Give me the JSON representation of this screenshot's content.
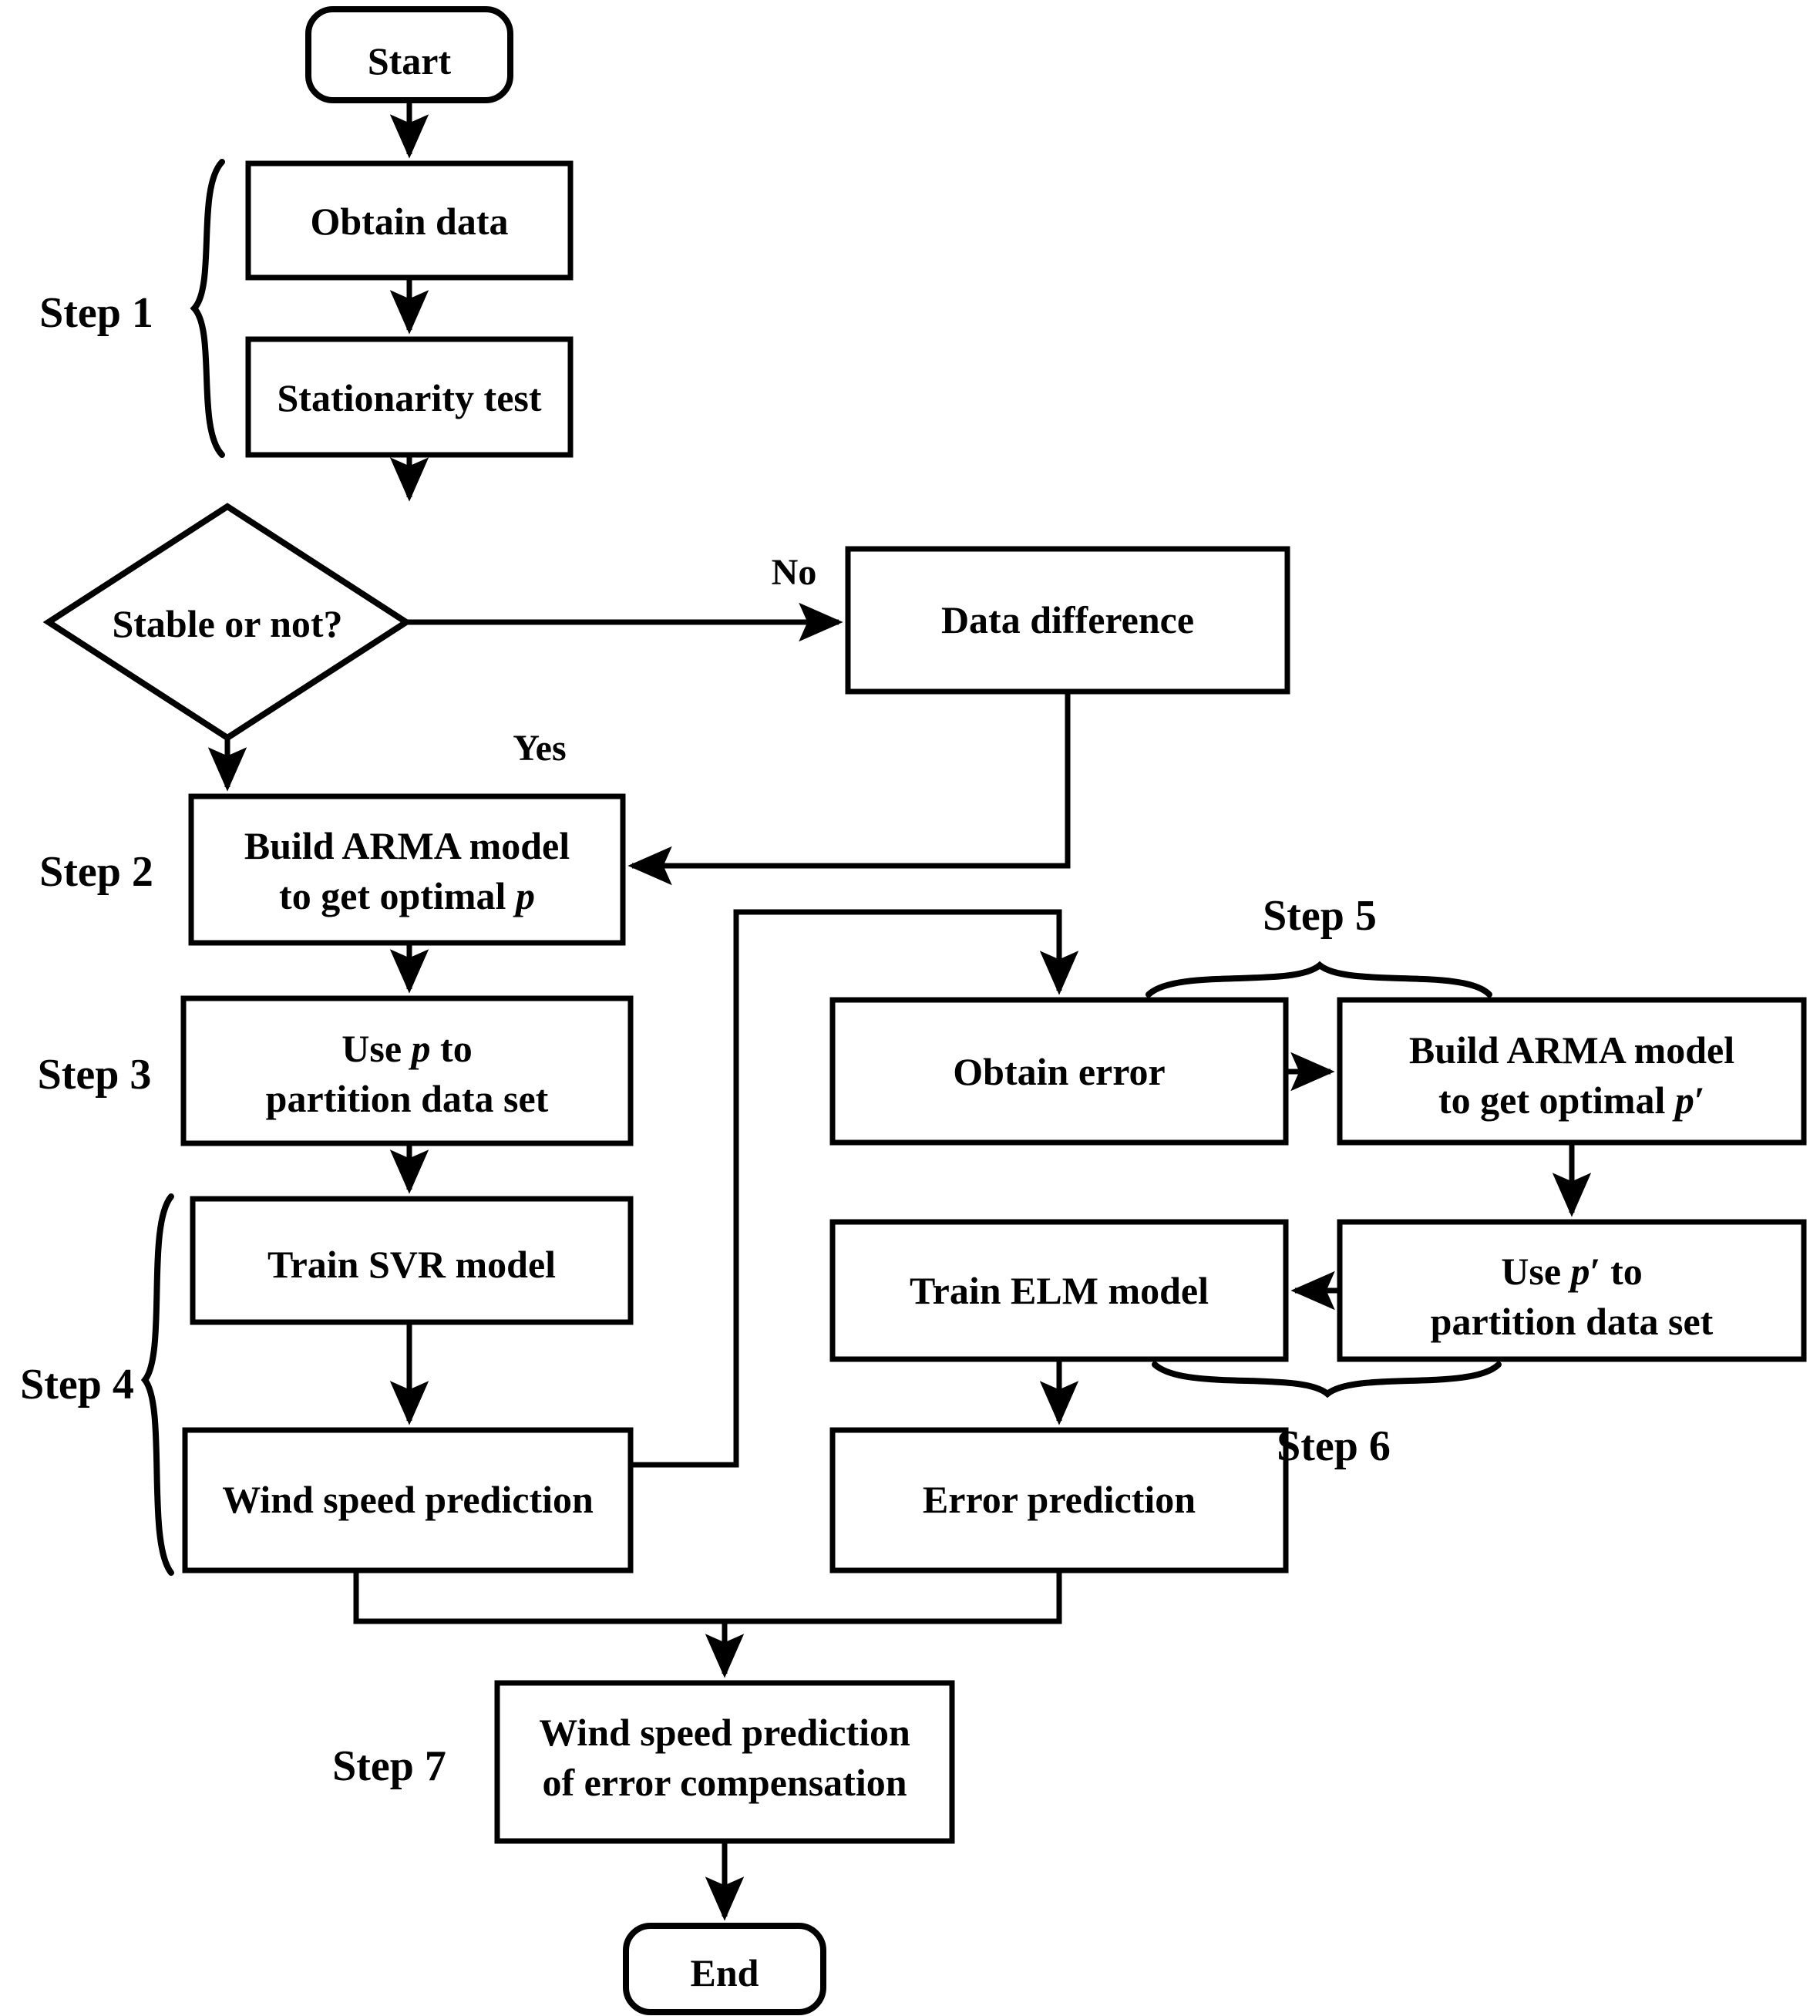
{
  "diagram": {
    "type": "flowchart",
    "title": "Wind speed prediction with error compensation flowchart",
    "nodes": {
      "start": {
        "label": "Start",
        "shape": "terminator"
      },
      "obtain_data": {
        "label": "Obtain data",
        "shape": "process"
      },
      "stationarity_test": {
        "label": "Stationarity test",
        "shape": "process"
      },
      "stable_decision": {
        "label": "Stable or not?",
        "shape": "decision"
      },
      "data_difference": {
        "label": "Data difference",
        "shape": "process"
      },
      "build_arma_p": {
        "label": "Build ARMA model\nto get optimal p",
        "shape": "process"
      },
      "use_p_partition": {
        "label": "Use p to\npartition data set",
        "shape": "process"
      },
      "train_svr": {
        "label": "Train SVR model",
        "shape": "process"
      },
      "wind_speed_prediction": {
        "label": "Wind speed prediction",
        "shape": "process"
      },
      "obtain_error": {
        "label": "Obtain error",
        "shape": "process"
      },
      "build_arma_p_prime": {
        "label": "Build ARMA model\nto get optimal p′",
        "shape": "process"
      },
      "use_p_prime_partition": {
        "label": "Use p′ to\npartition data set",
        "shape": "process"
      },
      "train_elm": {
        "label": "Train ELM model",
        "shape": "process"
      },
      "error_prediction": {
        "label": "Error prediction",
        "shape": "process"
      },
      "wind_speed_error_comp": {
        "label": "Wind speed prediction\nof error compensation",
        "shape": "process"
      },
      "end": {
        "label": "End",
        "shape": "terminator"
      }
    },
    "edge_labels": {
      "no": "No",
      "yes": "Yes"
    },
    "step_labels": {
      "step1": "Step 1",
      "step2": "Step 2",
      "step3": "Step 3",
      "step4": "Step 4",
      "step5": "Step 5",
      "step6": "Step 6",
      "step7": "Step 7"
    },
    "edges": [
      {
        "from": "start",
        "to": "obtain_data"
      },
      {
        "from": "obtain_data",
        "to": "stationarity_test"
      },
      {
        "from": "stationarity_test",
        "to": "stable_decision"
      },
      {
        "from": "stable_decision",
        "to": "data_difference",
        "label": "No"
      },
      {
        "from": "stable_decision",
        "to": "build_arma_p",
        "label": "Yes"
      },
      {
        "from": "data_difference",
        "to": "build_arma_p"
      },
      {
        "from": "build_arma_p",
        "to": "use_p_partition"
      },
      {
        "from": "use_p_partition",
        "to": "train_svr"
      },
      {
        "from": "train_svr",
        "to": "wind_speed_prediction"
      },
      {
        "from": "wind_speed_prediction",
        "to": "obtain_error"
      },
      {
        "from": "obtain_error",
        "to": "build_arma_p_prime"
      },
      {
        "from": "build_arma_p_prime",
        "to": "use_p_prime_partition"
      },
      {
        "from": "use_p_prime_partition",
        "to": "train_elm"
      },
      {
        "from": "train_elm",
        "to": "error_prediction"
      },
      {
        "from": "wind_speed_prediction",
        "to": "wind_speed_error_comp"
      },
      {
        "from": "error_prediction",
        "to": "wind_speed_error_comp"
      },
      {
        "from": "wind_speed_error_comp",
        "to": "end"
      }
    ],
    "step_groups": {
      "step1": [
        "obtain_data",
        "stationarity_test"
      ],
      "step2": [
        "build_arma_p"
      ],
      "step3": [
        "use_p_partition"
      ],
      "step4": [
        "train_svr",
        "wind_speed_prediction"
      ],
      "step5": [
        "obtain_error",
        "build_arma_p_prime"
      ],
      "step6": [
        "train_elm",
        "use_p_prime_partition"
      ],
      "step7": [
        "wind_speed_error_comp"
      ]
    },
    "colors": {
      "stroke": "#000000",
      "fill": "#ffffff",
      "text": "#000000"
    }
  }
}
